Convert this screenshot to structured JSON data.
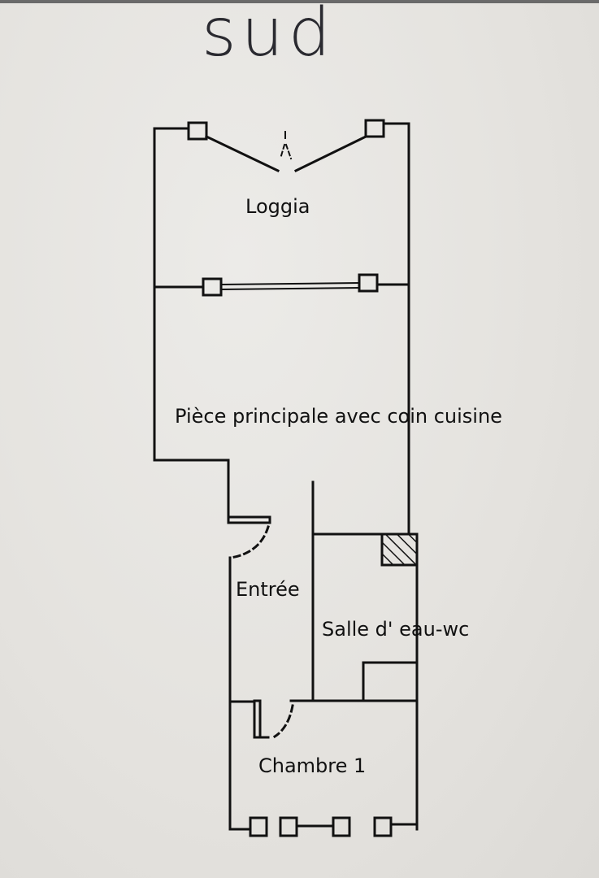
{
  "orientation": {
    "label": "sud"
  },
  "rooms": [
    {
      "id": "loggia",
      "label": "Loggia"
    },
    {
      "id": "piece-principale",
      "label": "Pièce principale avec coin cuisine"
    },
    {
      "id": "entree",
      "label": "Entrée"
    },
    {
      "id": "salle-eau",
      "label": "Salle d' eau-wc"
    },
    {
      "id": "chambre-1",
      "label": "Chambre 1"
    }
  ],
  "colors": {
    "paper": "#e6e4e0",
    "ink": "#111111",
    "title_ink": "#2a2a30"
  }
}
